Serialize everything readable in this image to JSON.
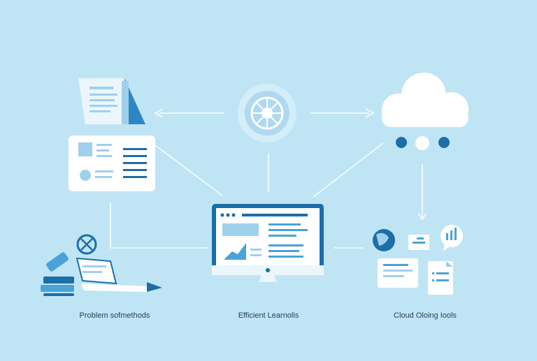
{
  "captions": {
    "left": "Problem sofmethods",
    "center": "Efficient Learnolis",
    "right": "Cloud Oloing Iools"
  },
  "icons": {
    "top_left": "document-stack-icon",
    "left_card": "profile-card-icon",
    "center_top": "learning-circle-icon",
    "cloud": "cloud-icon",
    "monitor": "monitor-dashboard-icon",
    "bottom_left": "tools-books-laptop-icon",
    "bottom_right": "cloud-tools-cluster-icon"
  },
  "colors": {
    "background": "#bfe5f5",
    "accent": "#1b6ea8",
    "light_accent": "#4aa3d8",
    "card": "#ffffff",
    "line": "#ffffff"
  }
}
